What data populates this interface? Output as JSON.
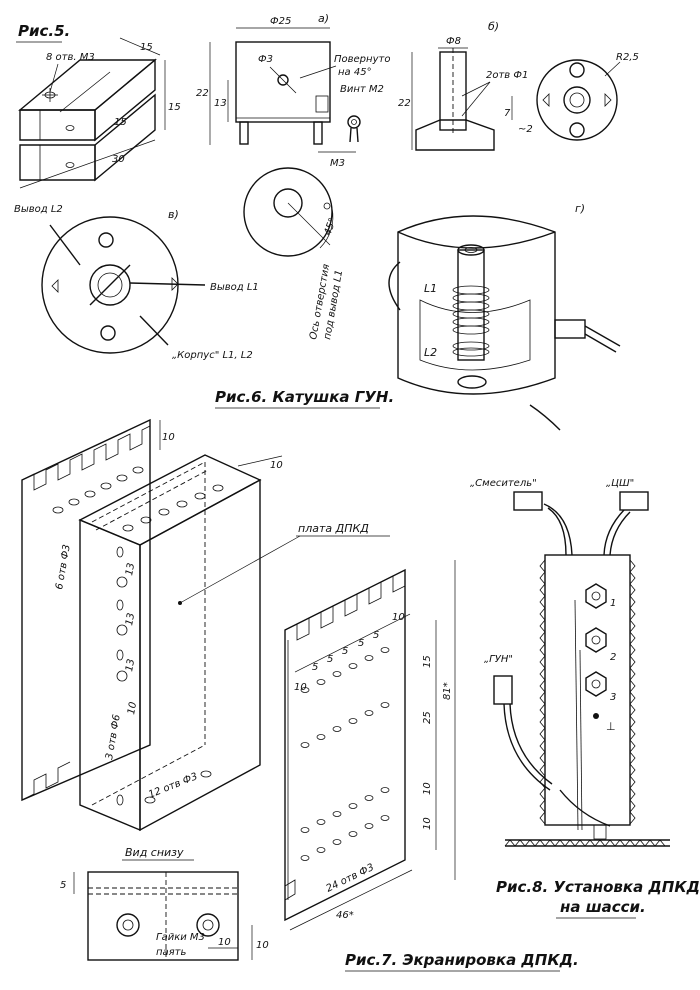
{
  "fig5": {
    "caption": "Рис.5.",
    "holes": "8 отв. М3",
    "dim_15a": "15",
    "dim_15b": "15",
    "dim_15c": "15",
    "dim_30": "30"
  },
  "fig6": {
    "caption": "Рис.6. Катушка ГУН.",
    "a": {
      "label": "а)",
      "dim_d25": "Ф25",
      "dim_d3": "Ф3",
      "rotated": "Повернуто",
      "rotated2": "на 45°",
      "screw": "Винт М2",
      "dim_22": "22",
      "dim_13": "13",
      "dim_m3": "М3",
      "angle": "45°",
      "axis1": "Ось отверстия",
      "axis2": "под вывод L1"
    },
    "b": {
      "label": "б)",
      "dim_d8": "Ф8",
      "holes": "2отв Ф1",
      "dim_22": "22",
      "dim_7": "7",
      "dim_2": "~2",
      "dim_r25": "R2,5"
    },
    "v": {
      "label": "в)",
      "lead_l2": "Вывод L2",
      "lead_l1": "Вывод L1",
      "case": "„Корпус\" L1, L2"
    },
    "g": {
      "label": "г)",
      "l1": "L1",
      "l2": "L2"
    }
  },
  "fig7": {
    "caption": "Рис.7. Экранировка ДПКД.",
    "board": "плата ДПКД",
    "dim_10a": "10",
    "dim_10b": "10",
    "holes_v": "6 отв Ф3",
    "dim_13a": "13",
    "dim_13b": "13",
    "dim_13c": "13",
    "holes_3": "3 отв Ф6",
    "dim_10c": "10",
    "holes_12": "12 отв Ф3",
    "dims_top": [
      "10",
      "5",
      "5",
      "5",
      "5",
      "5",
      "10"
    ],
    "dim_15": "15",
    "dim_25": "25",
    "dim_81": "81*",
    "dim_10d": "10",
    "dim_10e": "10",
    "holes_24": "24 отв Ф3",
    "dim_46": "46*",
    "bottom_view": "Вид снизу",
    "dim_5": "5",
    "nuts": "Гайки М3",
    "solder": "паять",
    "dim_10f": "10",
    "dim_10g": "10"
  },
  "fig8": {
    "caption1": "Рис.8. Установка ДПКД",
    "caption2": "на шасси.",
    "mixer": "„Смеситель\"",
    "csh": "„ЦШ\"",
    "gun": "„ГУН\"",
    "n1": "1",
    "n2": "2",
    "n3": "3",
    "ground": "⊥"
  }
}
